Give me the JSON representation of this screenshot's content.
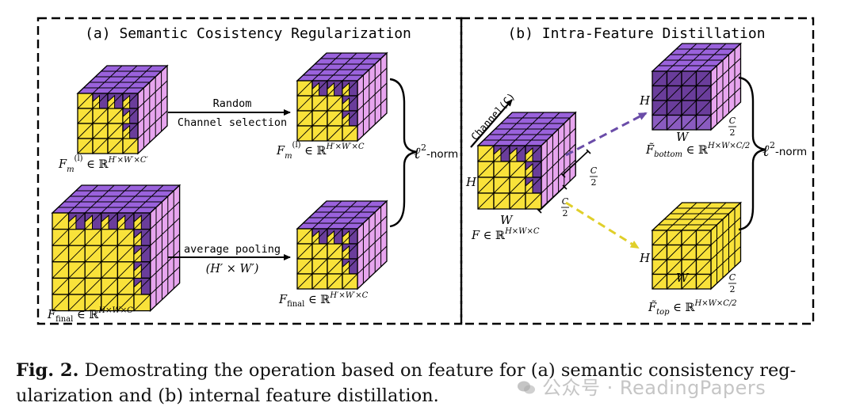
{
  "colors": {
    "front": "#f9e23a",
    "top": "#9a62dc",
    "side": "#e7a5ee",
    "dark": "#6a3d9b",
    "purple_arrow": "#6a4ca8",
    "yellow_arrow": "#e0cf2a"
  },
  "panel_a": {
    "title": "(a) Semantic Cosistency Regularization",
    "random_label": "Random",
    "channel_selection_label": "Channel selection",
    "avg_pooling_label": "average pooling",
    "pool_size_label": "(H′ × W′)",
    "l2_norm_suffix": "-norm",
    "feature_labels": {
      "fm_left": "F(l)m ∈ ℝH′×W′×C′",
      "fm_right": "F(l)m ∈ ℝH′×W′×C",
      "ffinal_left": "Ffinal ∈ ℝH×W×C",
      "ffinal_right": "Ffinal ∈ ℝH′×W′×C"
    }
  },
  "panel_b": {
    "title": "(b) Intra-Feature Distillation",
    "channel_label": "Channel(C)",
    "h_label": "H",
    "w_label": "W",
    "half_c_label": "C/2",
    "l2_norm_suffix": "-norm",
    "feature_labels": {
      "f": "F ∈ ℝH×W×C",
      "bottom": "F̃bottom ∈ ℝH×W×C/2",
      "top": "F̃top ∈ ℝH×W×C/2"
    }
  },
  "caption": {
    "label": "Fig. 2.",
    "text": "Demostrating the operation based on feature for (a) semantic consistency reg- ularization and (b) internal feature distillation."
  },
  "watermark": "公众号 · ReadingPapers"
}
